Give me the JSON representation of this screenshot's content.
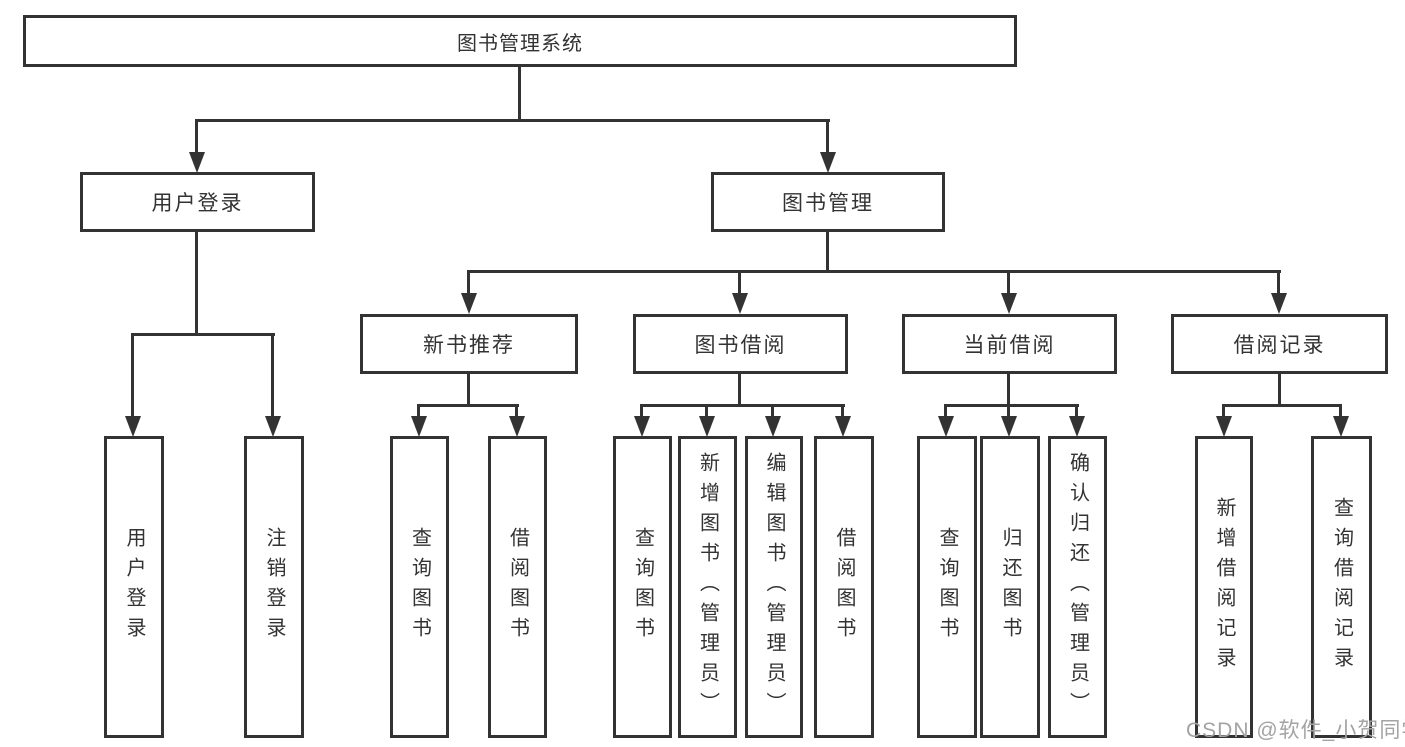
{
  "diagram": {
    "type": "tree",
    "line_color": "#333333",
    "background_color": "#ffffff",
    "nodes": {
      "root": "图书管理系统",
      "user_login": "用户登录",
      "book_mgmt": "图书管理",
      "new_book_rec": "新书推荐",
      "book_borrow": "图书借阅",
      "current_borrow": "当前借阅",
      "borrow_record": "借阅记录",
      "leaf_user_login": "用户登录",
      "leaf_logout": "注销登录",
      "rec_query_book": "查询图书",
      "rec_borrow_book": "借阅图书",
      "bb_query_book": "查询图书",
      "bb_add_book": "新增图书（管理员）",
      "bb_edit_book": "编辑图书（管理员）",
      "bb_borrow_book": "借阅图书",
      "cb_query_book": "查询图书",
      "cb_return_book": "归还图书",
      "cb_confirm_return": "确认归还（管理员）",
      "br_add_record": "新增借阅记录",
      "br_query_record": "查询借阅记录"
    },
    "edges": [
      "root->user_login",
      "root->book_mgmt",
      "user_login->leaf_user_login",
      "user_login->leaf_logout",
      "book_mgmt->new_book_rec",
      "book_mgmt->book_borrow",
      "book_mgmt->current_borrow",
      "book_mgmt->borrow_record",
      "new_book_rec->rec_query_book",
      "new_book_rec->rec_borrow_book",
      "book_borrow->bb_query_book",
      "book_borrow->bb_add_book",
      "book_borrow->bb_edit_book",
      "book_borrow->bb_borrow_book",
      "current_borrow->cb_query_book",
      "current_borrow->cb_return_book",
      "current_borrow->cb_confirm_return",
      "borrow_record->br_add_record",
      "borrow_record->br_query_record"
    ],
    "watermark": "CSDN @软件_小贺同学"
  }
}
